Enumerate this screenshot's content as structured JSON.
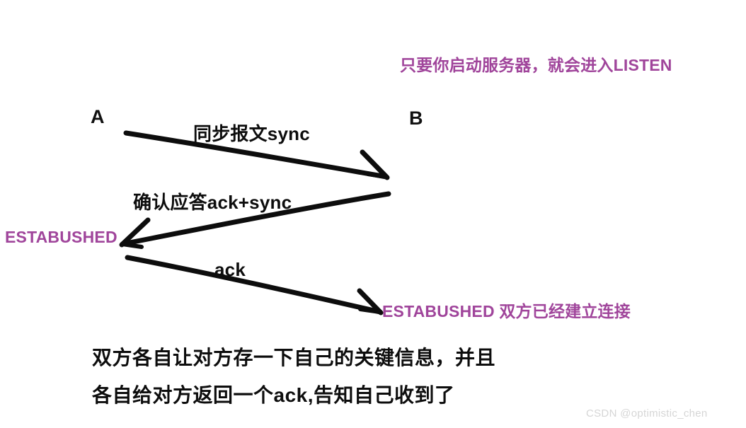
{
  "diagram": {
    "title_note": "只要你启动服务器，就会进入LISTEN",
    "endpoints": [
      {
        "id": "a",
        "label": "A"
      },
      {
        "id": "b",
        "label": "B"
      }
    ],
    "messages": [
      {
        "id": "sync",
        "label": "同步报文sync",
        "direction": "a-to-b"
      },
      {
        "id": "ack-sync",
        "label": "确认应答ack+sync",
        "direction": "b-to-a"
      },
      {
        "id": "ack",
        "label": "ack",
        "direction": "a-to-b"
      }
    ],
    "state_notes": [
      {
        "id": "client-established",
        "label": "ESTABUSHED"
      },
      {
        "id": "server-established",
        "label": "ESTABUSHED 双方已经建立连接"
      }
    ],
    "summary": [
      "双方各自让对方存一下自己的关键信息，并且",
      "各自给对方返回一个ack,告知自己收到了"
    ],
    "watermark": "CSDN @optimistic_chen",
    "colors": {
      "purple": "#a0459b",
      "ink": "#0d0d0d",
      "background": "#ffffff",
      "watermark": "#d6d6d6"
    }
  }
}
